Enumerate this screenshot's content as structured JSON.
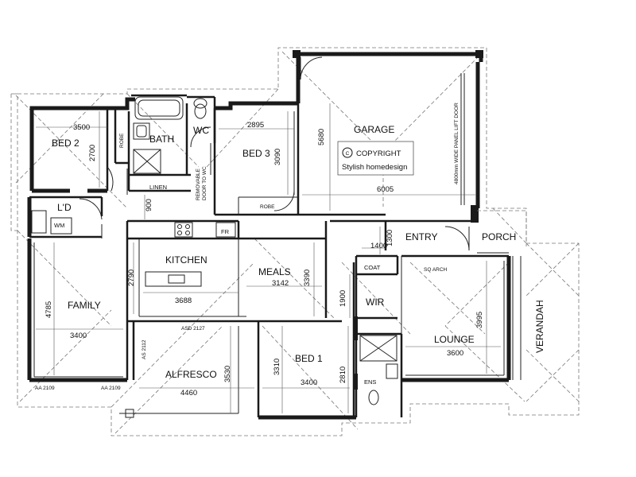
{
  "rooms": {
    "bed2": "BED 2",
    "bath": "BATH",
    "wc": "WC",
    "bed3": "BED 3",
    "garage": "GARAGE",
    "linen": "LINEN",
    "laundry": "L'D",
    "wm": "WM",
    "robe": "ROBE",
    "fr": "FR",
    "kitchen": "KITCHEN",
    "meals": "MEALS",
    "family": "FAMILY",
    "entry": "ENTRY",
    "porch": "PORCH",
    "coat": "COAT",
    "wir": "WIR",
    "lounge": "LOUNGE",
    "verandah": "VERANDAH",
    "alfresco": "ALFRESCO",
    "bed1": "BED 1",
    "ens": "ENS"
  },
  "dimensions": {
    "bed2_width": "3500",
    "bed2_depth": "2700",
    "bed3_width": "2895",
    "bed3_depth": "3090",
    "garage_depth": "5680",
    "garage_width": "6005",
    "linen_gap": "900",
    "kitchen_depth": "2790",
    "kitchen_width": "3688",
    "meals_width": "3142",
    "meals_depth": "3390",
    "entry_width": "1400",
    "entry_depth": "1300",
    "family_depth": "4785",
    "family_width": "3400",
    "wir_depth": "1900",
    "lounge_depth": "3995",
    "lounge_width": "3600",
    "alfresco_depth": "3530",
    "alfresco_width": "4460",
    "bed1_depth": "3310",
    "bed1_width": "3400",
    "ens_depth": "2810"
  },
  "annotations": {
    "copyright_symbol": "C",
    "copyright": "COPYRIGHT",
    "designer": "Stylish homedesign",
    "removable_door": "REMOVABLE",
    "removable_door_2": "DOOR TO WC",
    "sq_arch": "SQ ARCH",
    "lift_door": "4800mm WIDE PANEL LIFT DOOR",
    "asd": "ASD 2127",
    "as": "AS 2112",
    "aa_left": "AA 2109",
    "aa_right": "AA 2109"
  }
}
